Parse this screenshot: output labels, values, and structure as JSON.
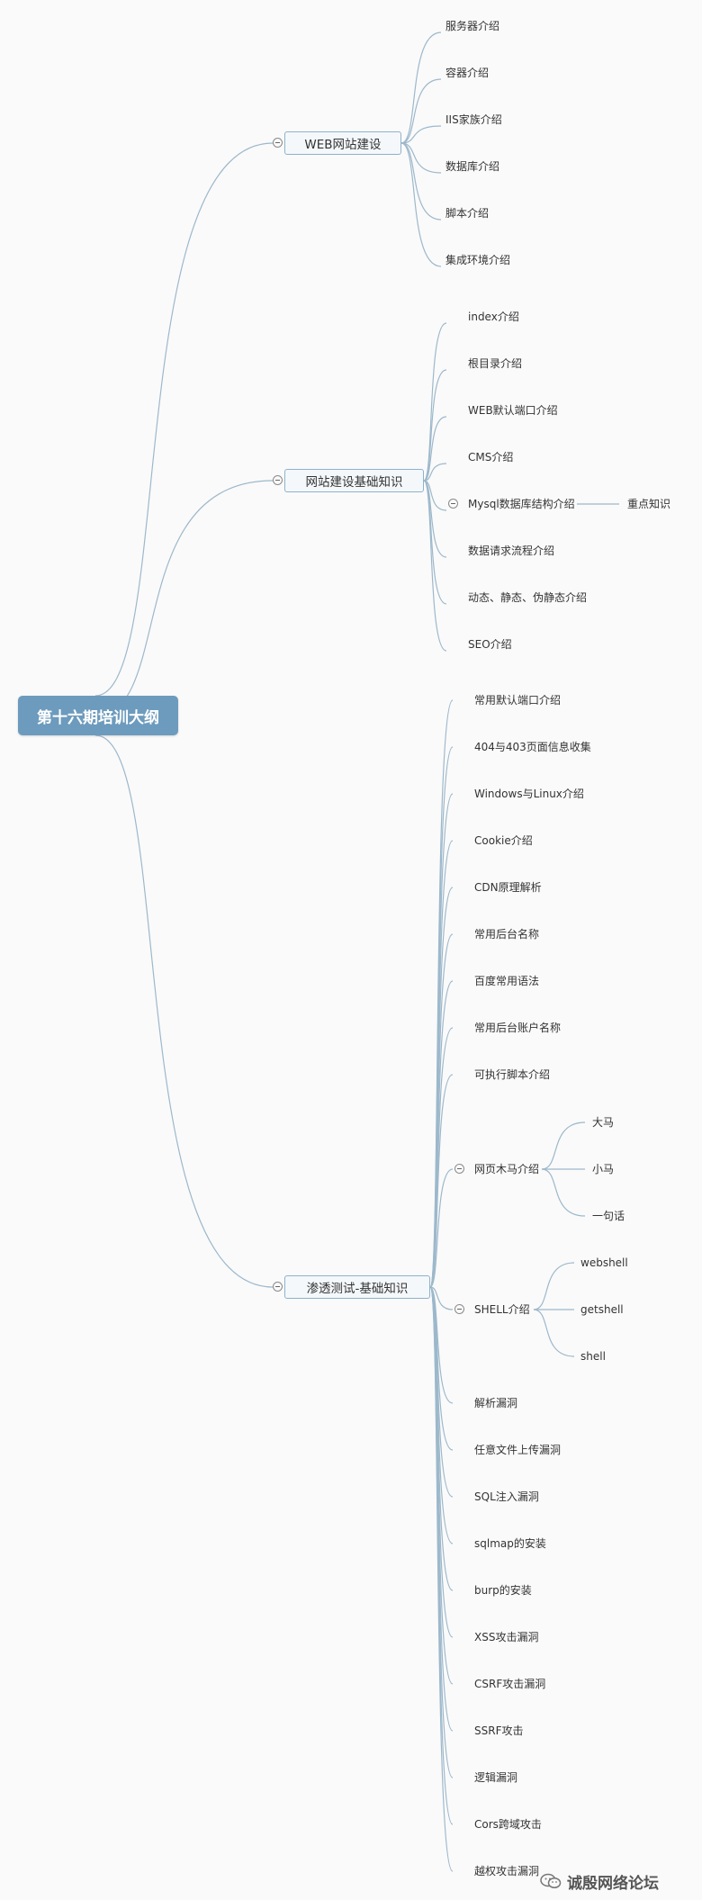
{
  "root": {
    "label": "第十六期培训大纲"
  },
  "branches": [
    {
      "label": "WEB网站建设",
      "items": [
        "服务器介绍",
        "容器介绍",
        "IIS家族介绍",
        "数据库介绍",
        "脚本介绍",
        "集成环境介绍"
      ]
    },
    {
      "label": "网站建设基础知识",
      "items": [
        "index介绍",
        "根目录介绍",
        "WEB默认端口介绍",
        "CMS介绍",
        "Mysql数据库结构介绍",
        "数据请求流程介绍",
        "动态、静态、伪静态介绍",
        "SEO介绍"
      ],
      "mysql_child": "重点知识"
    },
    {
      "label": "渗透测试-基础知识",
      "items": [
        "常用默认端口介绍",
        "404与403页面信息收集",
        "Windows与Linux介绍",
        "Cookie介绍",
        "CDN原理解析",
        "常用后台名称",
        "百度常用语法",
        "常用后台账户名称",
        "可执行脚本介绍",
        "网页木马介绍",
        "SHELL介绍",
        "解析漏洞",
        "任意文件上传漏洞",
        "SQL注入漏洞",
        "sqlmap的安装",
        "burp的安装",
        "XSS攻击漏洞",
        "CSRF攻击漏洞",
        "SSRF攻击",
        "逻辑漏洞",
        "Cors跨域攻击",
        "越权攻击漏洞"
      ],
      "trojan_children": [
        "大马",
        "小马",
        "一句话"
      ],
      "shell_children": [
        "webshell",
        "getshell",
        "shell"
      ]
    }
  ],
  "watermark": {
    "text": "诚殷网络论坛"
  },
  "colors": {
    "line": "#9db8cb",
    "root_bg": "#6d9bbd",
    "branch_border": "#8fb2c9",
    "branch_bg": "#f4f8fb"
  }
}
